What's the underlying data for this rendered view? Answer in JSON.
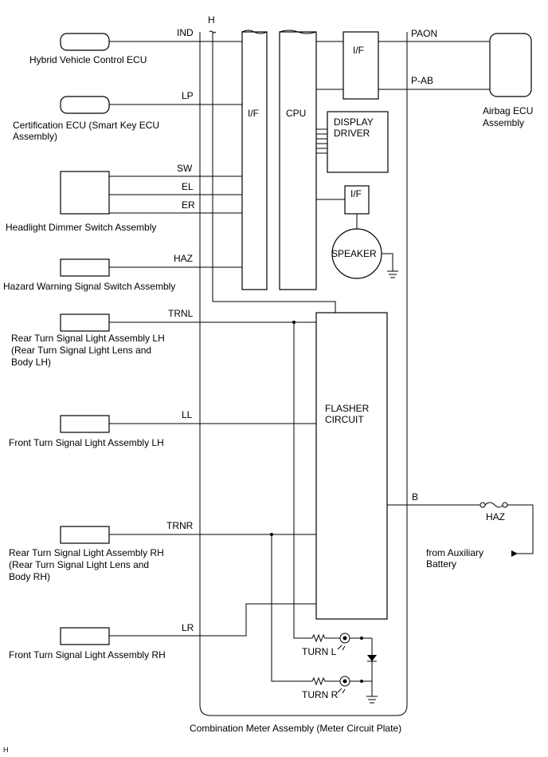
{
  "components": {
    "hybrid_ecu": "Hybrid Vehicle Control ECU",
    "cert_ecu_1": "Certification ECU (Smart Key ECU",
    "cert_ecu_2": "Assembly)",
    "dimmer": "Headlight Dimmer Switch Assembly",
    "hazard_switch": "Hazard Warning Signal Switch Assembly",
    "rear_lh_1": "Rear Turn  Signal Light Assembly LH",
    "rear_lh_2": "(Rear Turn  Signal Light Lens and",
    "rear_lh_3": "Body LH)",
    "front_lh": "Front Turn  Signal Light Assembly LH",
    "rear_rh_1": "Rear Turn  Signal Light Assembly RH",
    "rear_rh_2": "(Rear Turn  Signal Light Lens and",
    "rear_rh_3": "Body RH)",
    "front_rh": "Front Turn  Signal Light Assembly RH",
    "airbag_1": "Airbag ECU",
    "airbag_2": "Assembly",
    "aux_battery_1": "from Auxiliary",
    "aux_battery_2": "Battery",
    "meter": "Combination Meter Assembly (Meter Circuit Plate)"
  },
  "terminals": {
    "ind": "IND",
    "lp": "LP",
    "sw": "SW",
    "el": "EL",
    "er": "ER",
    "haz": "HAZ",
    "trnl": "TRNL",
    "ll": "LL",
    "trnr": "TRNR",
    "lr": "LR",
    "paon": "PAON",
    "pab": "P-AB",
    "b": "B",
    "h": "H"
  },
  "blocks": {
    "if_left": "I/F",
    "cpu": "CPU",
    "if_top": "I/F",
    "display_1": "DISPLAY",
    "display_2": "DRIVER",
    "if_speaker": "I/F",
    "speaker": "SPEAKER",
    "flasher_1": "FLASHER",
    "flasher_2": "CIRCUIT",
    "turn_l": "TURN  L",
    "turn_r": "TURN  R"
  },
  "fuse_label": "HAZ",
  "corner_code": "H"
}
